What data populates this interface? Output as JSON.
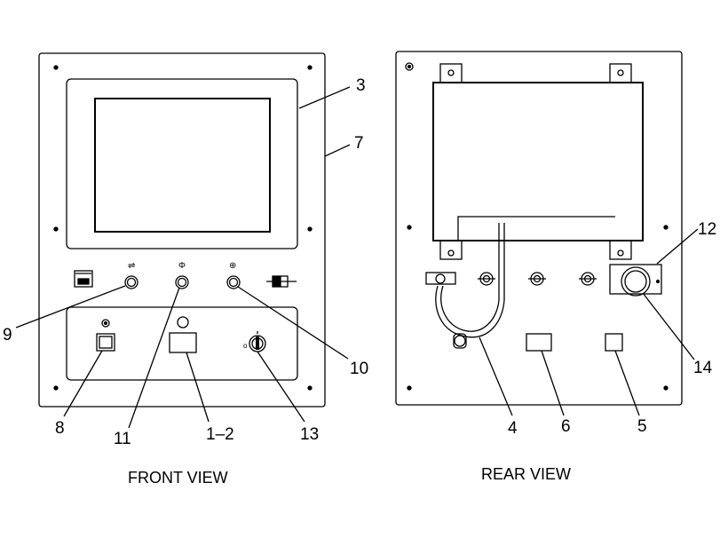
{
  "front": {
    "caption": "FRONT VIEW",
    "callouts": {
      "c3": "3",
      "c7": "7",
      "c9": "9",
      "c10": "10",
      "c11": "11",
      "c8": "8",
      "c12": "1–2",
      "c13": "13"
    }
  },
  "rear": {
    "caption": "REAR VIEW",
    "callouts": {
      "c12": "12",
      "c14": "14",
      "c4": "4",
      "c6": "6",
      "c5": "5"
    }
  }
}
